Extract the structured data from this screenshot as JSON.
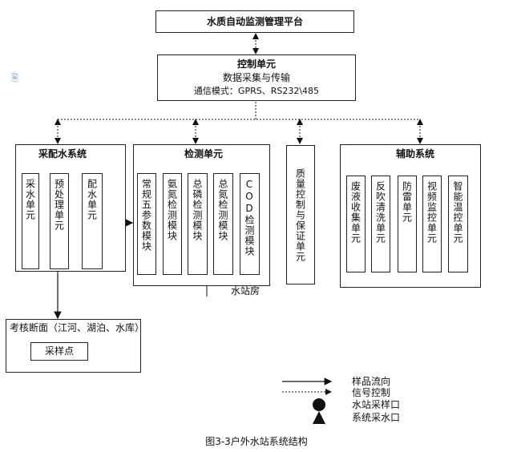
{
  "platform_title": "水质自动监测管理平台",
  "control_unit": {
    "title": "控制单元",
    "line1": "数据采集与传输",
    "line2": "通信模式：GPRS、RS232\\485"
  },
  "water_sampling_system": {
    "title": "采配水系统",
    "units": [
      "采水单元",
      "预处理单元",
      "配水单元"
    ]
  },
  "detection_unit": {
    "title": "检测单元",
    "modules": [
      "常规五参数模块",
      "氨氮检测模块",
      "总磷检测模块",
      "总氮检测模块",
      "COD检测模块"
    ]
  },
  "quality_control": "质量控制与保证单元",
  "auxiliary_system": {
    "title": "辅助系统",
    "units": [
      "废液收集单元",
      "反吹清洗单元",
      "防雷单元",
      "视频监控单元",
      "智能温控单元"
    ]
  },
  "station_room_label": "水站房",
  "assessment_section": {
    "title": "考核断面（江河、湖泊、水库）",
    "sampling_point": "采样点"
  },
  "legend": {
    "sample_flow": "样品流向",
    "signal_control": "信号控制",
    "station_sampling_port": "水站采样口",
    "system_intake_port": "系统采水口"
  },
  "caption": "图3-3户外水站系统结构"
}
